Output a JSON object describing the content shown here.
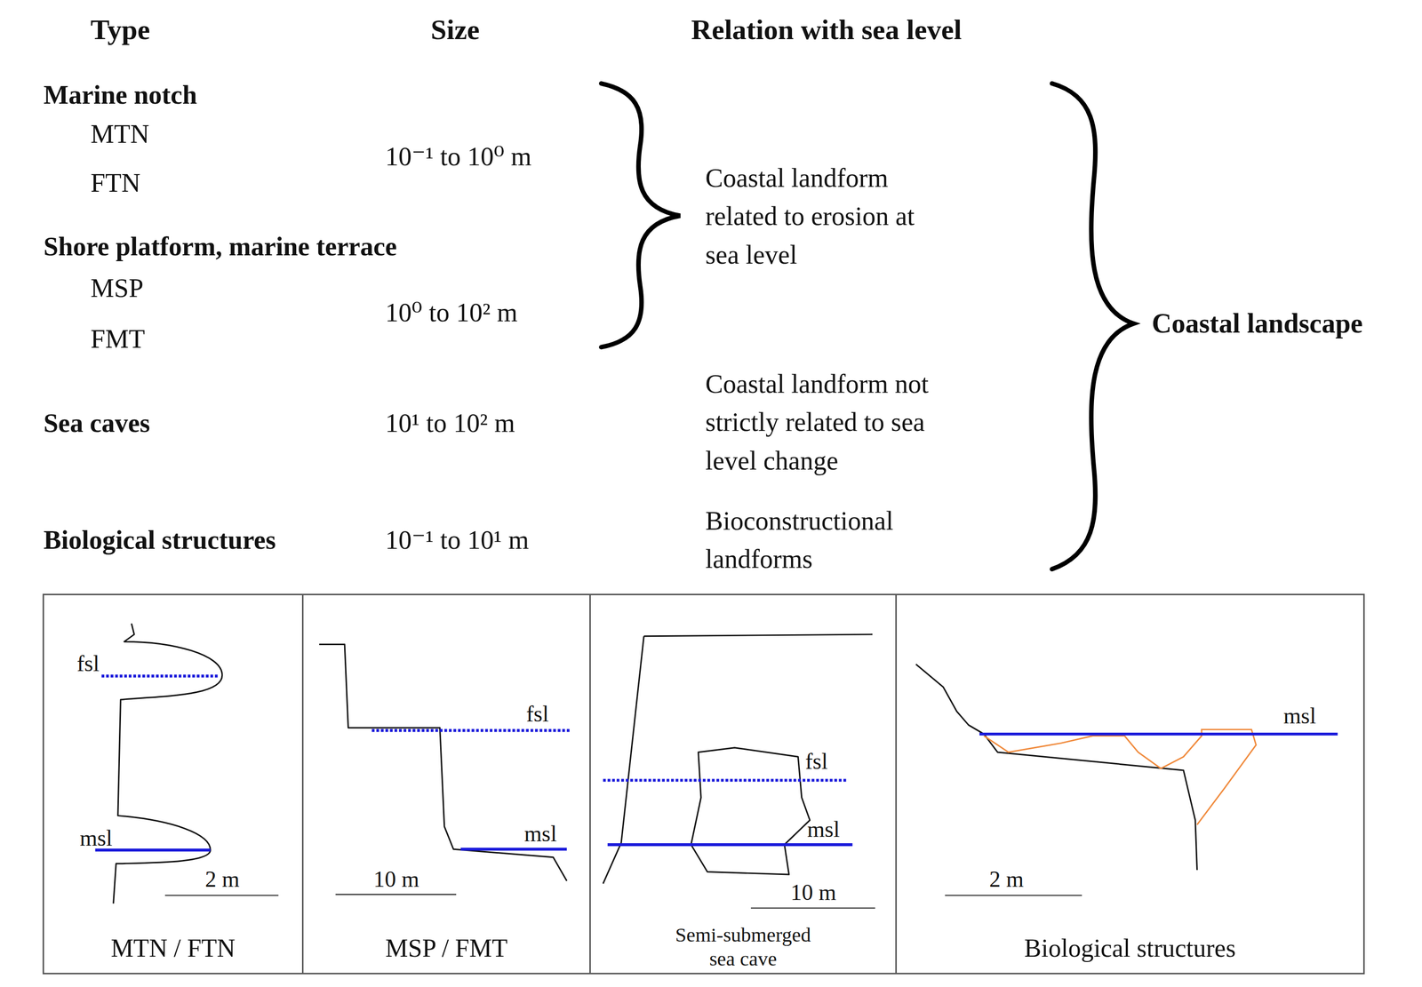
{
  "diagram": {
    "nodes": [
      {
        "text": [
          "MTN / FTN"
        ]
      },
      {
        "text": [
          "MSP / FMT"
        ]
      },
      {
        "text": [
          "Semi-submerged sea cave"
        ]
      },
      {
        "text": [
          "Biological structures"
        ]
      }
    ],
    "labels": [
      "Type",
      "Size",
      "Relation with sea level",
      "Marine notch",
      "MTN",
      "FTN",
      "10⁻¹ to 10⁰ m",
      "Shore platform, marine terrace",
      "MSP",
      "FMT",
      "10⁰ to 10² m",
      "Coastal landform related to erosion at sea level",
      "Sea caves",
      "10¹ to 10² m",
      "Coastal landform not strictly related to sea level change",
      "Biological structures",
      "10⁻¹ to 10¹ m",
      "Bioconstructional landforms",
      "Coastal landscape",
      "fsl",
      "msl",
      "2 m",
      "fsl",
      "msl",
      "10 m",
      "fsl",
      "msl",
      "10 m",
      "msl",
      "2 m"
    ]
  }
}
